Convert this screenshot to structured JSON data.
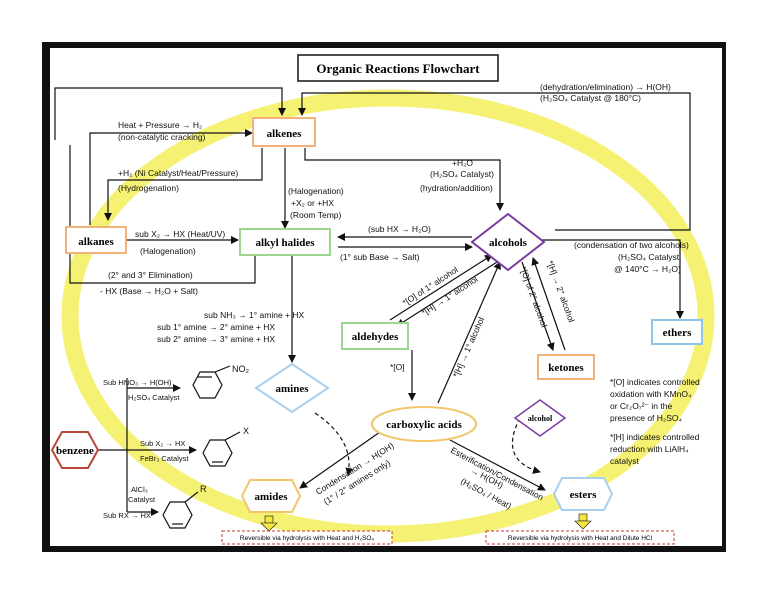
{
  "title": "Organic Reactions Flowchart",
  "nodes": {
    "alkenes": "alkenes",
    "alkanes": "alkanes",
    "alkyl_halides": "alkyl halides",
    "alcohols": "alcohols",
    "ethers": "ethers",
    "aldehydes": "aldehydes",
    "ketones": "ketones",
    "amines": "amines",
    "carboxylic_acids": "carboxylic acids",
    "benzene": "benzene",
    "alcohol_small": "alcohol",
    "amides": "amides",
    "esters": "esters"
  },
  "labels": {
    "dehydration_1": "(dehydration/elimination) → H(OH)",
    "dehydration_2": "(H₂SO₄ Catalyst @ 180°C)",
    "cracking_1": "Heat + Pressure → H₂",
    "cracking_2": "(non-catalytic cracking)",
    "hydrogenation_1": "+H₂ (Ni Catalyst/Heat/Pressure)",
    "hydrogenation_2": "(Hydrogenation)",
    "halogenation_1": "(Halogenation)",
    "halogenation_2": "+X₂ or +HX",
    "halogenation_3": "(Room Temp)",
    "hydration_1": "+H₂O",
    "hydration_2": "(H₂SO₄ Catalyst)",
    "hydration_3": "(hydration/addition)",
    "subx2_1": "sub X₂ → HX (Heat/UV)",
    "subx2_2": "(Halogenation)",
    "subhx": "(sub HX → H₂O)",
    "subbase": "(1° sub Base → Salt)",
    "condensation_1": "(condensation of two alcohols)",
    "condensation_2": "(H₂SO₄ Catalyst",
    "condensation_3": "@ 140°C → H₂O)",
    "elimination_1": "(2° and 3° Elimination)",
    "elimination_2": "- HX (Base → H₂O + Salt)",
    "amine_1": "sub NH₃ → 1° amine + HX",
    "amine_2": "sub 1° amine → 2° amine + HX",
    "amine_3": "sub 2° amine → 3° amine + HX",
    "ox_1": "*[O] of 1° alcohol",
    "red_1": "*[H] → 1° alcohol",
    "ox_2": "*[O] of 2° alcohol",
    "red_2": "*[H] → 2° alcohol",
    "red_acid": "*[H] → 1° alcohol",
    "ox_ald": "*[O]",
    "nitration_1": "Sub HNO₃ → H(OH)",
    "nitration_2": "H₂SO₄ Catalyst",
    "halo_benz_1": "Sub X₂ → HX",
    "halo_benz_2": "FeBr₃ Catalyst",
    "alk_benz_1": "AlCl₃",
    "alk_benz_2": "Catalyst",
    "alk_benz_3": "Sub RX → HX",
    "no2": "NO₂",
    "x_sub": "X",
    "r_sub": "R",
    "amide_cond_1": "Condensation → H(OH)",
    "amide_cond_2": "(1° / 2° amines only)",
    "ester_1": "Esterification/Condensation",
    "ester_2": "→ H(OH)",
    "ester_3": "(H₂SO₄ / Heat)",
    "note_o_1": "*[O] indicates controlled",
    "note_o_2": "oxidation with KMnO₄",
    "note_o_3": "or Cr₂O₇²⁻ in the",
    "note_o_4": "presence of H₂SO₄",
    "note_h_1": "*[H] indicates controlled",
    "note_h_2": "reduction with LiAlH₄",
    "note_h_3": "catalyst",
    "rev_amides": "Reversible via hydrolysis with Heat and H₂SO₄",
    "rev_esters": "Reversible via hydrolysis with Heat and Dilute HCl"
  },
  "colors": {
    "highlight": "#f3ee5a",
    "alkenes_border": "#f2b27a",
    "alkanes_border": "#f2b27a",
    "alkyl_halides_border": "#9fd68e",
    "aldehydes_border": "#9fd68e",
    "alcohols_border": "#7b3aa0",
    "ethers_border": "#8ec4ea",
    "ketones_border": "#f2b27a",
    "amines_border": "#a9d0ee",
    "carboxylic_border": "#f2c56a",
    "benzene_border": "#b8473a",
    "amides_border": "#f2c56a",
    "esters_border": "#a9d0ee",
    "reversible_border": "#c0392b",
    "down_arrow": "#f5e642"
  }
}
